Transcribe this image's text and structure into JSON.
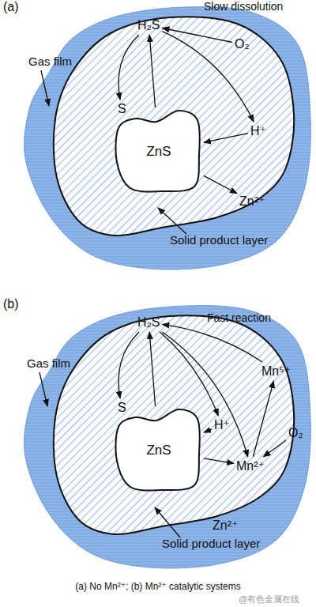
{
  "diagram": {
    "caption": "(a) No Mn²⁺; (b) Mn²⁺ catalytic systems",
    "nodes": [
      {
        "text": [
          "Gas film"
        ]
      },
      {
        "text": [
          "Solid product layer"
        ],
        "in": 0
      },
      {
        "text": [
          "ZnS"
        ],
        "in": 1
      },
      {
        "text": [
          "H₂S"
        ]
      },
      {
        "text": [
          "O₂"
        ]
      },
      {
        "text": [
          "S"
        ]
      },
      {
        "text": [
          "H⁺"
        ]
      },
      {
        "text": [
          "Zn²⁺"
        ]
      },
      {
        "text": [
          "Gas film"
        ]
      },
      {
        "text": [
          "Solid product layer"
        ],
        "in": 8
      },
      {
        "text": [
          "ZnS"
        ],
        "in": 9
      },
      {
        "text": [
          "H₂S"
        ]
      },
      {
        "text": [
          "Mn⁵⁺"
        ]
      },
      {
        "text": [
          "O₂"
        ]
      },
      {
        "text": [
          "S"
        ]
      },
      {
        "text": [
          "H⁺"
        ]
      },
      {
        "text": [
          "Mn²⁺"
        ]
      },
      {
        "text": [
          "Zn²⁺"
        ]
      }
    ],
    "edges": [
      {
        "from": 2,
        "to": 3,
        "arrow": "to"
      },
      {
        "from": 3,
        "to": 5,
        "arrow": "to"
      },
      {
        "from": 4,
        "to": 3,
        "arrow": "to"
      },
      {
        "from": 3,
        "to": 6,
        "arrow": "to"
      },
      {
        "from": 6,
        "to": 2,
        "arrow": "to"
      },
      {
        "from": 2,
        "to": 7,
        "arrow": "to"
      },
      {
        "from": 10,
        "to": 11,
        "arrow": "to"
      },
      {
        "from": 11,
        "to": 14,
        "arrow": "to"
      },
      {
        "from": 11,
        "to": 15,
        "arrow": "to"
      },
      {
        "from": 15,
        "to": 10,
        "arrow": "to"
      },
      {
        "from": 10,
        "to": 16,
        "arrow": "to"
      },
      {
        "from": 12,
        "to": 11,
        "arrow": "to"
      },
      {
        "from": 11,
        "to": 16,
        "arrow": "to"
      },
      {
        "from": 13,
        "to": 16,
        "arrow": "to"
      },
      {
        "from": 16,
        "to": 12,
        "arrow": "to"
      }
    ],
    "labels": [
      "(a)",
      "Slow dissolution",
      "(b)",
      "Fast reaction",
      "@有色金属在线"
    ]
  }
}
